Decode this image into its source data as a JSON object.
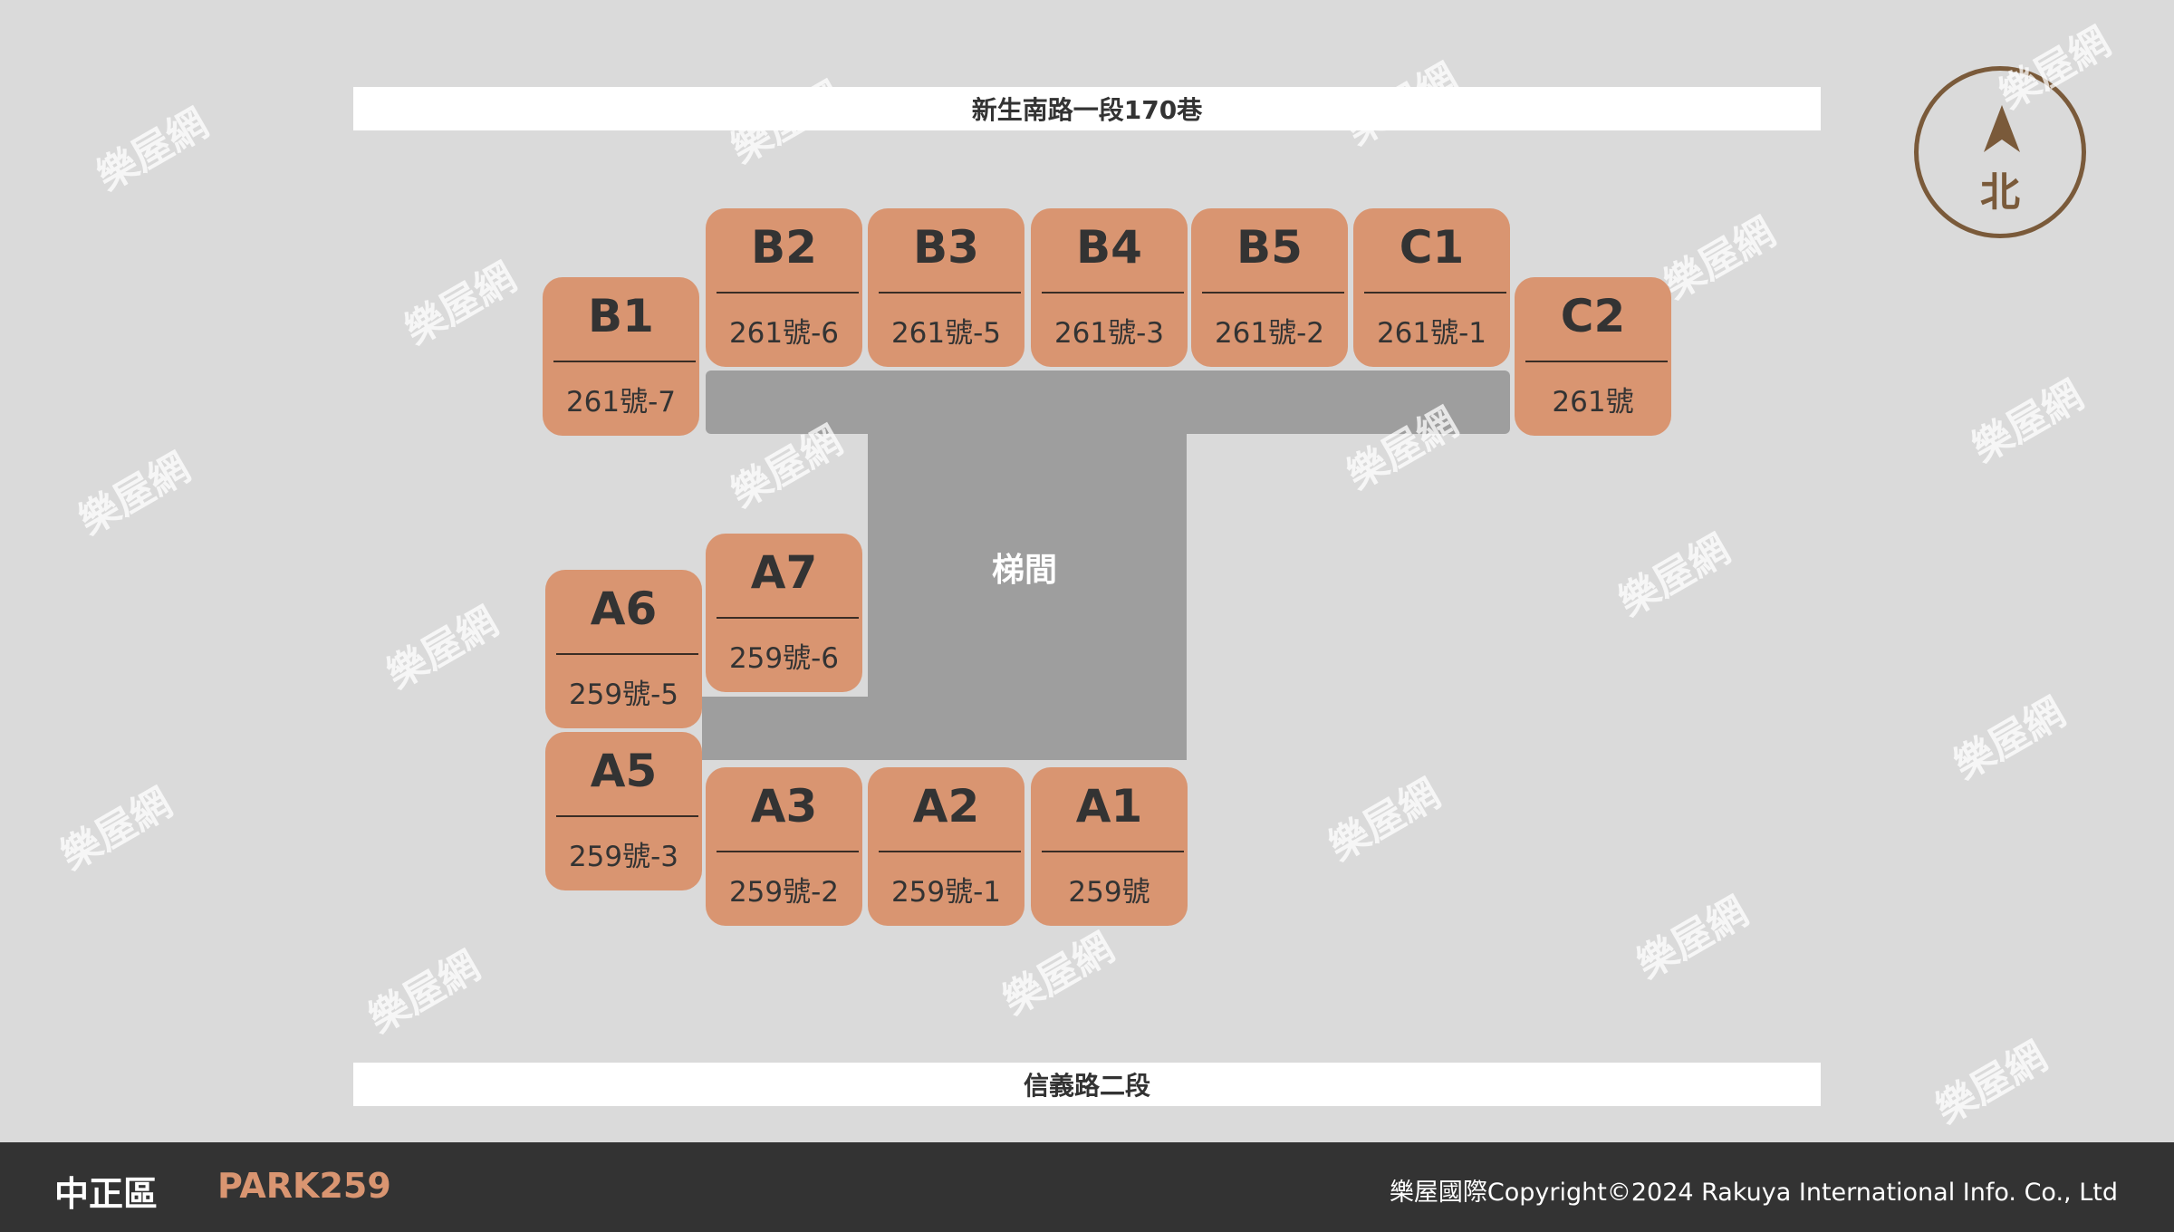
{
  "roads": {
    "north": "新生南路一段170巷",
    "south": "信義路二段"
  },
  "compass": {
    "label": "北"
  },
  "stair": {
    "label": "梯間"
  },
  "units": [
    {
      "code": "B1",
      "address": "261號-7"
    },
    {
      "code": "B2",
      "address": "261號-6"
    },
    {
      "code": "B3",
      "address": "261號-5"
    },
    {
      "code": "B4",
      "address": "261號-3"
    },
    {
      "code": "B5",
      "address": "261號-2"
    },
    {
      "code": "C1",
      "address": "261號-1"
    },
    {
      "code": "C2",
      "address": "261號"
    },
    {
      "code": "A7",
      "address": "259號-6"
    },
    {
      "code": "A6",
      "address": "259號-5"
    },
    {
      "code": "A5",
      "address": "259號-3"
    },
    {
      "code": "A3",
      "address": "259號-2"
    },
    {
      "code": "A2",
      "address": "259號-1"
    },
    {
      "code": "A1",
      "address": "259號"
    }
  ],
  "watermark": "樂屋網",
  "footer": {
    "district": "中正區",
    "project": "PARK259",
    "copyright": "樂屋國際Copyright©2024 Rakuya International Info. Co., Ltd"
  },
  "colors": {
    "unit": "#d99571",
    "corridor": "#9e9e9e",
    "compass": "#7a5a3a",
    "footer": "#333333"
  }
}
